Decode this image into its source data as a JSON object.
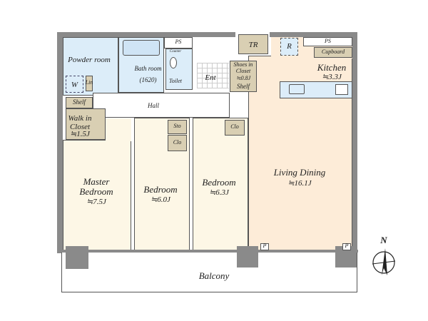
{
  "rooms": {
    "powder_room": "Powder room",
    "washer": "W",
    "linen": "Lin",
    "bath_room": "Bath room",
    "bath_size": "(1620)",
    "ps_top": "PS",
    "counter": "Counter",
    "toilet": "Toilet",
    "entrance": "Ent",
    "tr": "TR",
    "shoes_closet": "Shoes in Closet",
    "shoes_closet_size": "≒0.8J",
    "shoes_shelf": "Shelf",
    "refrigerator": "R",
    "ps_kitchen": "PS",
    "cupboard": "Cupboard",
    "kitchen": "Kitchen",
    "kitchen_size": "≒3.3J",
    "hall": "Hall",
    "wic_shelf": "Shelf",
    "walk_in_closet": "Walk in Closet",
    "wic_size": "≒1.5J",
    "master_bedroom": "Master Bedroom",
    "master_size": "≒7.5J",
    "sto": "Sto",
    "clo1": "Clo",
    "bedroom2": "Bedroom",
    "bedroom2_size": "≒6.0J",
    "clo2": "Clo",
    "bedroom3": "Bedroom",
    "bedroom3_size": "≒6.3J",
    "living_dining": "Living Dining",
    "living_size": "≒16.1J",
    "p1": "P",
    "p2": "P",
    "balcony": "Balcony"
  },
  "compass": {
    "label": "N"
  }
}
